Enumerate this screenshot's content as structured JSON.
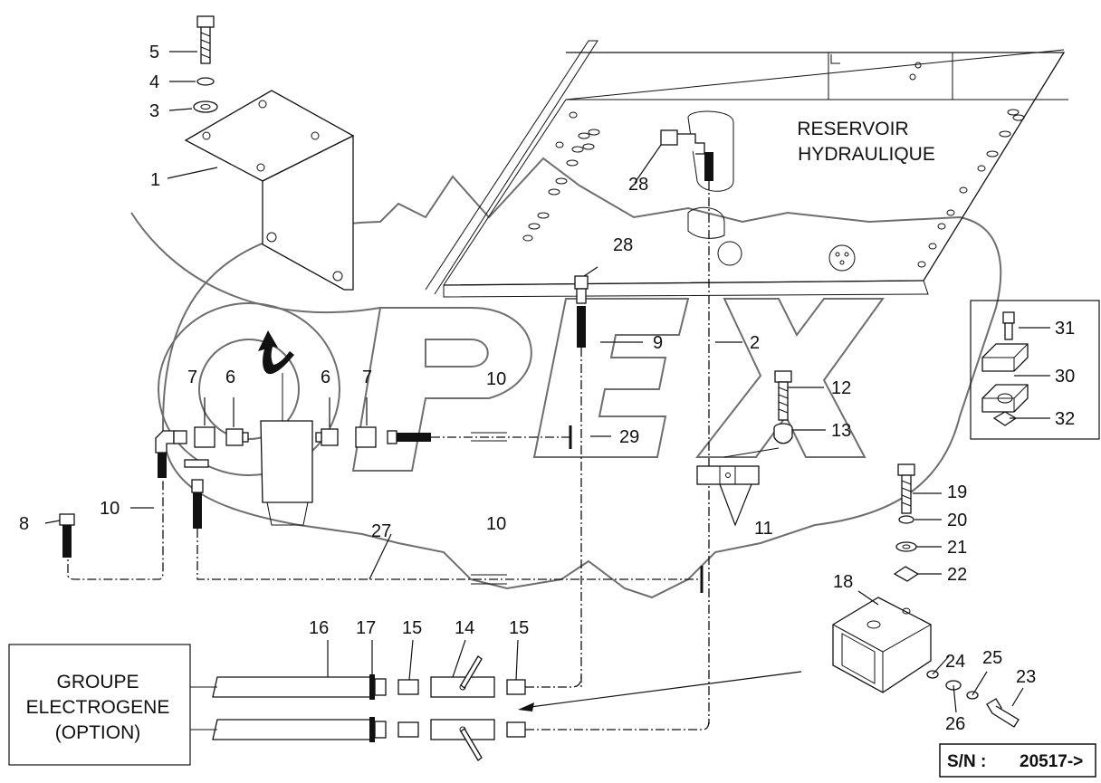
{
  "diagram": {
    "reservoir_label_line1": "RESERVOIR",
    "reservoir_label_line2": "HYDRAULIQUE",
    "generator_label_line1": "GROUPE",
    "generator_label_line2": "ELECTROGENE",
    "generator_label_line3": "(OPTION)",
    "serial_prefix": "S/N :",
    "serial_value": "20517->",
    "watermark_text": "OPEX",
    "callouts": {
      "c1": "1",
      "c2": "2",
      "c3": "3",
      "c4": "4",
      "c5": "5",
      "c6a": "6",
      "c6b": "6",
      "c7a": "7",
      "c7b": "7",
      "c8": "8",
      "c9": "9",
      "c10a": "10",
      "c10b": "10",
      "c10c": "10",
      "c11": "11",
      "c12": "12",
      "c13": "13",
      "c14": "14",
      "c15a": "15",
      "c15b": "15",
      "c16": "16",
      "c17": "17",
      "c18": "18",
      "c19": "19",
      "c20": "20",
      "c21": "21",
      "c22": "22",
      "c23": "23",
      "c24": "24",
      "c25": "25",
      "c26": "26",
      "c27": "27",
      "c28a": "28",
      "c28b": "28",
      "c29": "29",
      "c30": "30",
      "c31": "31",
      "c32": "32"
    },
    "colors": {
      "line": "#111111",
      "background": "#ffffff",
      "watermark": "#6e6e6e"
    }
  }
}
